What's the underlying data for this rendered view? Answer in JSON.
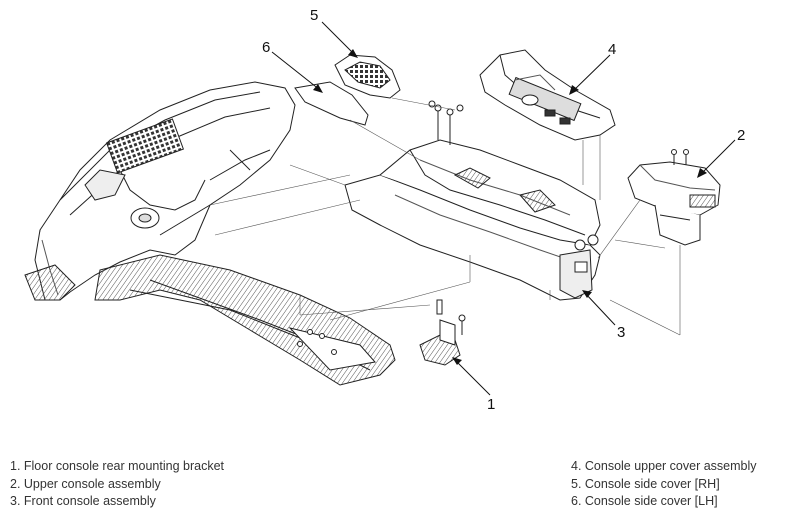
{
  "callouts": {
    "c1": "1",
    "c2": "2",
    "c3": "3",
    "c4": "4",
    "c5": "5",
    "c6": "6"
  },
  "legend": {
    "left": [
      "1. Floor console rear mounting bracket",
      "2. Upper console assembly",
      "3. Front console assembly"
    ],
    "right": [
      "4. Console upper cover assembly",
      "5. Console side cover [RH]",
      "6. Console side cover [LH]"
    ]
  }
}
